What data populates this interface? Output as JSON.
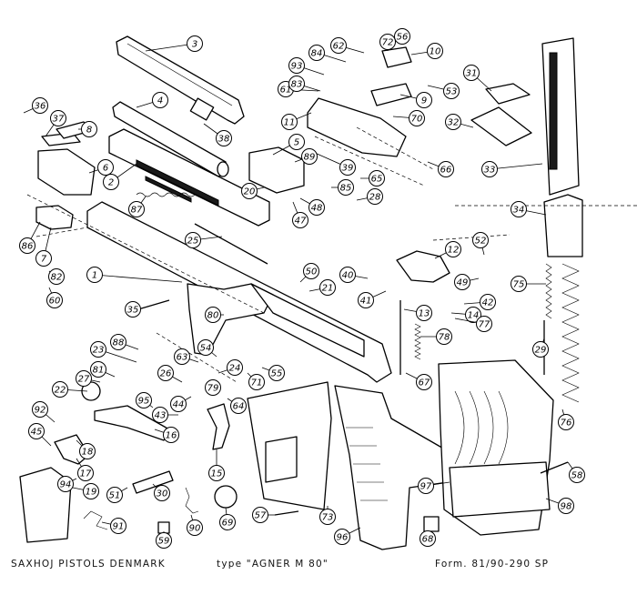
{
  "captions": {
    "maker": "SAXHOJ  PISTOLS  DENMARK",
    "type": "type \"AGNER  M 80\"",
    "form": "Form. 81/90-290 SP"
  },
  "callouts": [
    "1",
    "2",
    "3",
    "4",
    "5",
    "6",
    "7",
    "8",
    "9",
    "10",
    "11",
    "12",
    "13",
    "14",
    "15",
    "16",
    "17",
    "18",
    "19",
    "20",
    "21",
    "22",
    "23",
    "24",
    "25",
    "26",
    "27",
    "28",
    "29",
    "30",
    "31",
    "32",
    "33",
    "34",
    "35",
    "36",
    "37",
    "38",
    "39",
    "40",
    "41",
    "42",
    "43",
    "44",
    "45",
    "47",
    "48",
    "49",
    "50",
    "51",
    "52",
    "53",
    "54",
    "55",
    "56",
    "57",
    "58",
    "59",
    "60",
    "61",
    "62",
    "63",
    "64",
    "65",
    "66",
    "67",
    "68",
    "69",
    "70",
    "71",
    "72",
    "73",
    "75",
    "76",
    "77",
    "78",
    "79",
    "80",
    "81",
    "82",
    "83",
    "84",
    "85",
    "86",
    "87",
    "88",
    "89",
    "90",
    "91",
    "92",
    "93",
    "94",
    "95",
    "96",
    "97",
    "98"
  ]
}
